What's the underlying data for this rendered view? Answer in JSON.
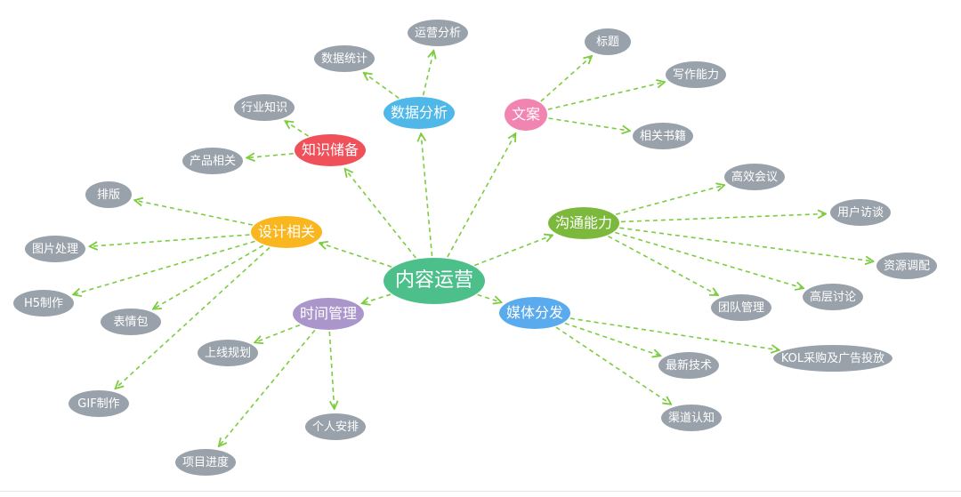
{
  "colors": {
    "link": "#7ccc3f",
    "leaf": "#99a2ab",
    "root": "#4cbf8a",
    "knowledge": "#f0505a",
    "data_analysis": "#4fb8e8",
    "copywriting": "#f184b0",
    "communication": "#7cb83c",
    "design": "#fab61e",
    "time": "#ab96cc",
    "media": "#5aaaee"
  },
  "mindmap": {
    "root": "内容运营",
    "branches": {
      "knowledge": {
        "label": "知识储备",
        "leaves": [
          "行业知识",
          "产品相关"
        ]
      },
      "data_analysis": {
        "label": "数据分析",
        "leaves": [
          "数据统计",
          "运营分析"
        ]
      },
      "copywriting": {
        "label": "文案",
        "leaves": [
          "标题",
          "写作能力",
          "相关书籍"
        ]
      },
      "communication": {
        "label": "沟通能力",
        "leaves": [
          "高效会议",
          "用户访谈",
          "资源调配",
          "高层讨论",
          "团队管理"
        ]
      },
      "design": {
        "label": "设计相关",
        "leaves": [
          "排版",
          "图片处理",
          "H5制作",
          "表情包",
          "GIF制作"
        ]
      },
      "time": {
        "label": "时间管理",
        "leaves": [
          "上线规划",
          "个人安排",
          "项目进度"
        ]
      },
      "media": {
        "label": "媒体分发",
        "leaves": [
          "KOL采购及广告投放",
          "最新技术",
          "渠道认知"
        ]
      }
    }
  }
}
